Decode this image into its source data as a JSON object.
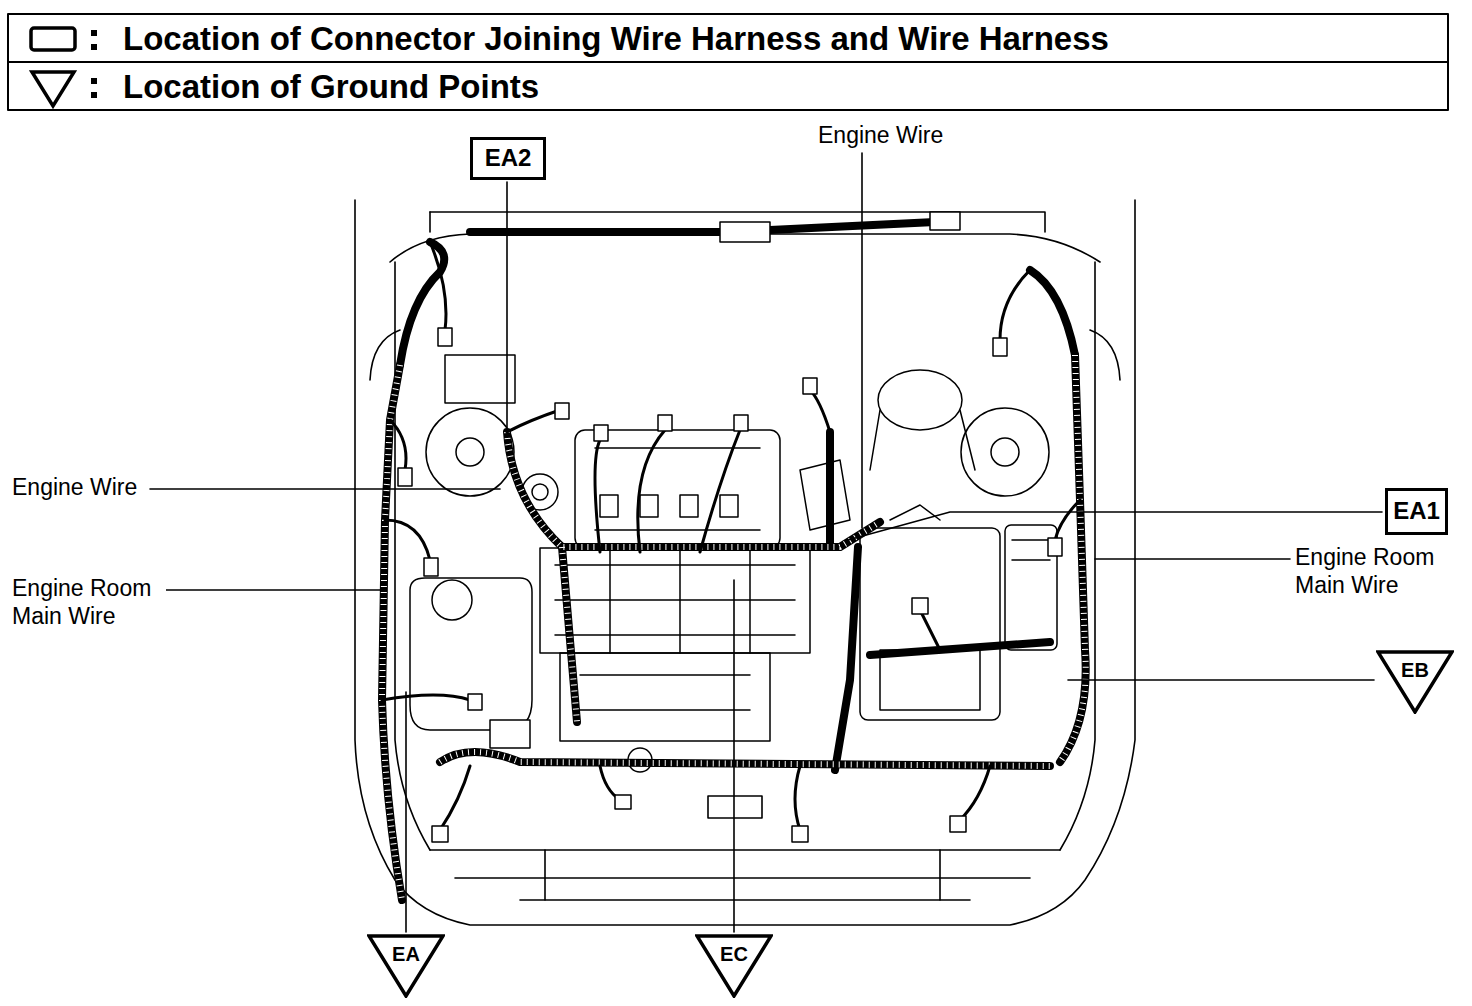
{
  "diagram": {
    "nodes": [
      {
        "text": [
          "EA2"
        ]
      },
      {
        "text": [
          "EA1"
        ]
      },
      {
        "text": [
          "EB"
        ]
      },
      {
        "text": [
          "EA"
        ]
      },
      {
        "text": [
          "EC"
        ]
      }
    ],
    "labels": [
      "Engine Wire",
      "Engine Wire",
      "Engine Room Main Wire",
      "Engine Room Main Wire"
    ],
    "legend": [
      {
        "text": "Location of Connector Joining Wire Harness and Wire Harness"
      },
      {
        "text": "Location of Ground Points"
      }
    ]
  }
}
